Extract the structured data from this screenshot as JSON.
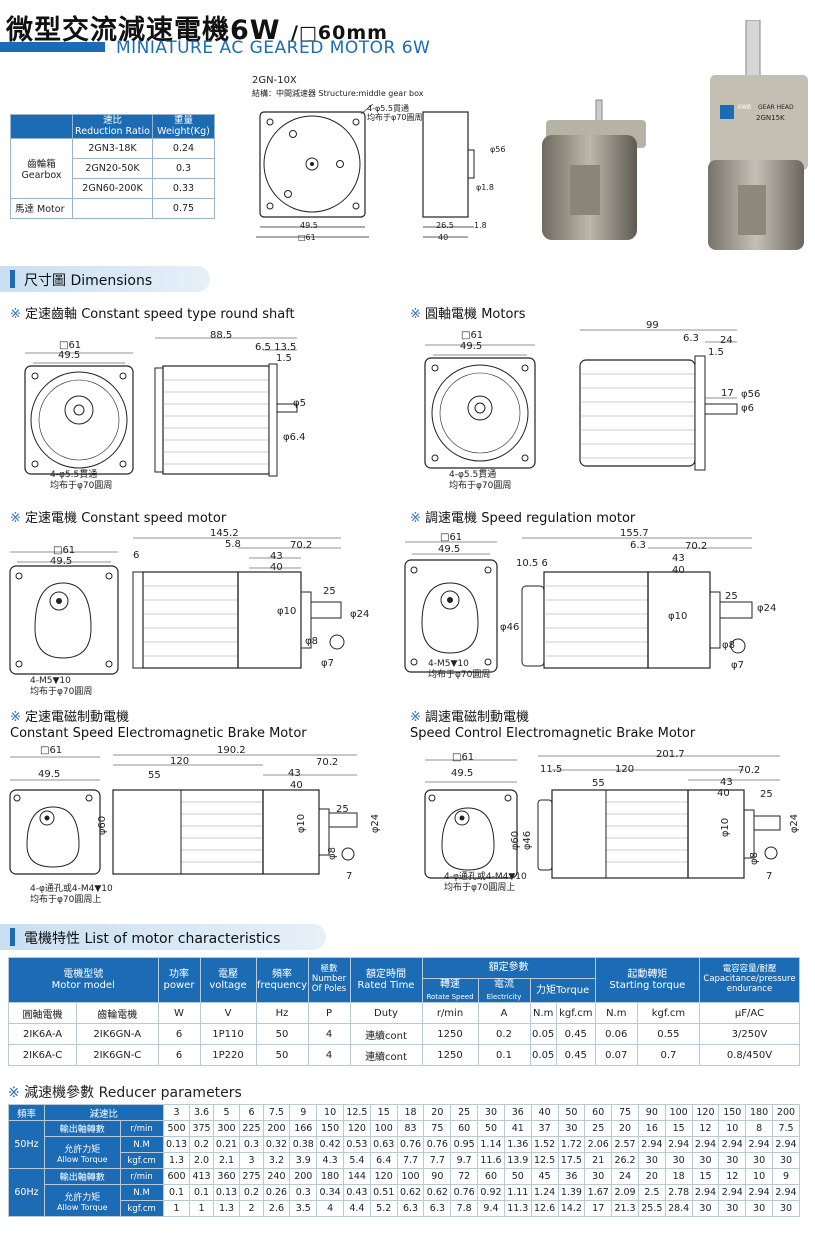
{
  "header": {
    "title_cn": "微型交流減速電機6W",
    "title_size": "/□60mm",
    "title_en": "MINIATURE AC GEARED MOTOR 6W"
  },
  "gearbox_drawing": {
    "model": "2GN-10X",
    "structure": "結構：中間減速器 Structure:middle gear box",
    "hole_note1": "4-φ5.5貫通",
    "hole_note2": "均布于φ70圓周",
    "dims": {
      "w": "49.5",
      "sq": "□61",
      "d1": "26.5",
      "d2": "1.8",
      "d3": "40",
      "phi1": "φ56",
      "phi2": "φ1.8"
    }
  },
  "weight_table": {
    "h_ratio_cn": "速比",
    "h_ratio_en": "Reduction Ratio",
    "h_weight_cn": "重量",
    "h_weight_en": "Weight(Kg)",
    "gearbox_cn": "齒輪箱",
    "gearbox_en": "Gearbox",
    "rows": [
      {
        "ratio": "2GN3-18K",
        "weight": "0.24"
      },
      {
        "ratio": "2GN20-50K",
        "weight": "0.3"
      },
      {
        "ratio": "2GN60-200K",
        "weight": "0.33"
      }
    ],
    "motor_label": "馬達 Motor",
    "motor_weight": "0.75"
  },
  "photos": {
    "brand": "XWB",
    "label1": "GEAR HEAD",
    "label2": "2GN15K"
  },
  "section_dimensions": "尺寸圖 Dimensions",
  "drawings": {
    "round_shaft": {
      "title_cn": "定速齒軸",
      "title_en": "Constant speed type round shaft",
      "sq": "□61",
      "w": "49.5",
      "len": "88.5",
      "a": "6.5",
      "b": "13.5",
      "c": "1.5",
      "phi1": "φ5",
      "phi2": "φ6.4",
      "note1": "4-φ5.5貫通",
      "note2": "均布于φ70圓周"
    },
    "motors": {
      "title_cn": "圓軸電機",
      "title_en": "Motors",
      "sq": "□61",
      "w": "49.5",
      "len": "99",
      "a": "6.3",
      "b": "24",
      "c": "1.5",
      "d": "17",
      "phi1": "φ56",
      "phi2": "φ6",
      "note1": "4-φ5.5貫通",
      "note2": "均布于φ70圓周"
    },
    "const_motor": {
      "title_cn": "定速電機",
      "title_en": "Constant speed motor",
      "sq": "□61",
      "w": "49.5",
      "len": "145.2",
      "a": "5.8",
      "b": "70.2",
      "c": "43",
      "d": "40",
      "e": "6",
      "f": "25",
      "phi1": "φ10",
      "phi2": "φ24",
      "phi3": "φ8",
      "phi4": "φ7",
      "note1": "4-M5▼10",
      "note2": "均布于φ70圓周"
    },
    "speed_motor": {
      "title_cn": "調速電機",
      "title_en": "Speed regulation motor",
      "sq": "□61",
      "w": "49.5",
      "len": "155.7",
      "a": "6.3",
      "b": "70.2",
      "c": "43",
      "d": "40",
      "e": "10.5",
      "f": "6",
      "g": "25",
      "phi1": "φ46",
      "phi2": "φ10",
      "phi3": "φ24",
      "phi4": "φ8",
      "phi5": "φ7",
      "note1": "4-M5▼10",
      "note2": "均布于φ70圓周"
    },
    "const_brake": {
      "title_cn": "定速電磁制動電機",
      "title_en": "Constant Speed Electromagnetic Brake Motor",
      "sq": "□61",
      "w": "49.5",
      "len": "190.2",
      "a": "120",
      "b": "70.2",
      "c": "55",
      "d": "43",
      "e": "40",
      "f": "25",
      "phi0": "φ60",
      "phi1": "φ10",
      "phi2": "φ24",
      "phi3": "φ8",
      "phi4": "7",
      "note1": "4-φ通孔或4-M4▼10",
      "note2": "均布于φ70圓周上"
    },
    "speed_brake": {
      "title_cn": "調速電磁制動電機",
      "title_en": "Speed Control Electromagnetic Brake Motor",
      "sq": "□61",
      "w": "49.5",
      "len": "201.7",
      "a": "11.5",
      "b": "120",
      "c": "70.2",
      "d": "55",
      "e": "43",
      "f": "40",
      "g": "25",
      "phi0": "φ60",
      "phi0b": "φ46",
      "phi1": "φ10",
      "phi2": "φ24",
      "phi3": "φ8",
      "phi4": "7",
      "note1": "4-φ通孔或4-M4▼10",
      "note2": "均布于φ70圓周上"
    }
  },
  "section_characteristics": "電機特性 List of motor characteristics",
  "motor_table": {
    "h_model_cn": "電機型號",
    "h_model_en": "Motor model",
    "h_power_cn": "功率",
    "h_power_en": "power",
    "h_voltage_cn": "電壓",
    "h_voltage_en": "voltage",
    "h_freq_cn": "頻率",
    "h_freq_en": "frequency",
    "h_poles_cn": "極數",
    "h_poles_en1": "Number",
    "h_poles_en2": "Of Poles",
    "h_rated_cn": "額定時間",
    "h_rated_en": "Rated Time",
    "h_params": "額定參數",
    "h_speed_cn": "轉速",
    "h_speed_en": "Rotate Speed",
    "h_current_cn": "電流",
    "h_current_en": "Electricity",
    "h_torque": "力矩Torque",
    "h_start_cn": "起動轉矩",
    "h_start_en": "Starting torque",
    "h_cap_cn": "電容容量/耐壓",
    "h_cap_en": "Capacitance/pressure endurance",
    "units": [
      "圓軸電機",
      "齒輪電機",
      "W",
      "V",
      "Hz",
      "P",
      "Duty",
      "r/min",
      "A",
      "N.m",
      "kgf.cm",
      "N.m",
      "kgf.cm",
      "μF/AC"
    ],
    "rows": [
      [
        "2IK6A-A",
        "2IK6GN-A",
        "6",
        "1P110",
        "50",
        "4",
        "連續cont",
        "1250",
        "0.2",
        "0.05",
        "0.45",
        "0.06",
        "0.55",
        "3/250V"
      ],
      [
        "2IK6A-C",
        "2IK6GN-C",
        "6",
        "1P220",
        "50",
        "4",
        "連續cont",
        "1250",
        "0.1",
        "0.05",
        "0.45",
        "0.07",
        "0.7",
        "0.8/450V"
      ]
    ]
  },
  "section_reducer": "減速機參數 Reducer parameters",
  "reducer_table": {
    "h_freq": "頻率",
    "h_ratio": "減速比",
    "ratios": [
      "3",
      "3.6",
      "5",
      "6",
      "7.5",
      "9",
      "10",
      "12.5",
      "15",
      "18",
      "20",
      "25",
      "30",
      "36",
      "40",
      "50",
      "60",
      "75",
      "90",
      "100",
      "120",
      "150",
      "180",
      "200"
    ],
    "groups": [
      {
        "freq": "50Hz",
        "speed_label": "輸出軸轉數",
        "speed_unit": "r/min",
        "speed": [
          "500",
          "375",
          "300",
          "225",
          "200",
          "166",
          "150",
          "120",
          "100",
          "83",
          "75",
          "60",
          "50",
          "41",
          "37",
          "30",
          "25",
          "20",
          "16",
          "15",
          "12",
          "10",
          "8",
          "7.5"
        ],
        "torque_cn": "允許力矩",
        "torque_en": "Allow Torque",
        "nm_unit": "N.M",
        "nm": [
          "0.13",
          "0.2",
          "0.21",
          "0.3",
          "0.32",
          "0.38",
          "0.42",
          "0.53",
          "0.63",
          "0.76",
          "0.76",
          "0.95",
          "1.14",
          "1.36",
          "1.52",
          "1.72",
          "2.06",
          "2.57",
          "2.94",
          "2.94",
          "2.94",
          "2.94",
          "2.94",
          "2.94"
        ],
        "kgf_unit": "kgf.cm",
        "kgf": [
          "1.3",
          "2.0",
          "2.1",
          "3",
          "3.2",
          "3.9",
          "4.3",
          "5.4",
          "6.4",
          "7.7",
          "7.7",
          "9.7",
          "11.6",
          "13.9",
          "12.5",
          "17.5",
          "21",
          "26.2",
          "30",
          "30",
          "30",
          "30",
          "30",
          "30"
        ]
      },
      {
        "freq": "60Hz",
        "speed_label": "輸出軸轉數",
        "speed_unit": "r/min",
        "speed": [
          "600",
          "413",
          "360",
          "275",
          "240",
          "200",
          "180",
          "144",
          "120",
          "100",
          "90",
          "72",
          "60",
          "50",
          "45",
          "36",
          "30",
          "24",
          "20",
          "18",
          "15",
          "12",
          "10",
          "9"
        ],
        "torque_cn": "允許力矩",
        "torque_en": "Allow Torque",
        "nm_unit": "N.M",
        "nm": [
          "0.1",
          "0.1",
          "0.13",
          "0.2",
          "0.26",
          "0.3",
          "0.34",
          "0.43",
          "0.51",
          "0.62",
          "0.62",
          "0.76",
          "0.92",
          "1.11",
          "1.24",
          "1.39",
          "1.67",
          "2.09",
          "2.5",
          "2.78",
          "2.94",
          "2.94",
          "2.94",
          "2.94"
        ],
        "kgf_unit": "kgf.cm",
        "kgf": [
          "1",
          "1",
          "1.3",
          "2",
          "2.6",
          "3.5",
          "4",
          "4.4",
          "5.2",
          "6.3",
          "6.3",
          "7.8",
          "9.4",
          "11.3",
          "12.6",
          "14.2",
          "17",
          "21.3",
          "25.5",
          "28.4",
          "30",
          "30",
          "30",
          "30"
        ]
      }
    ]
  }
}
